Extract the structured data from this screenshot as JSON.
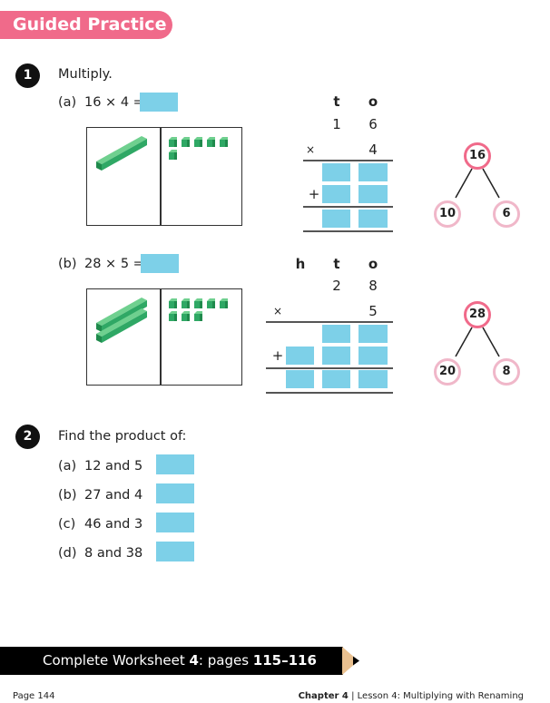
{
  "banner": "Guided Practice",
  "q1": {
    "number": "1",
    "prompt": "Multiply.",
    "a": {
      "label": "(a)",
      "equation": "16 × 4 =",
      "headers": [
        "t",
        "o"
      ],
      "top": [
        "1",
        "6"
      ],
      "times": "×",
      "mult": "4",
      "plus": "+",
      "bond": {
        "whole": "16",
        "parts": [
          "10",
          "6"
        ]
      },
      "tens_rods": 1,
      "ones_cubes": 6
    },
    "b": {
      "label": "(b)",
      "equation": "28 × 5 =",
      "headers": [
        "h",
        "t",
        "o"
      ],
      "top": [
        "2",
        "8"
      ],
      "times": "×",
      "mult": "5",
      "plus": "+",
      "bond": {
        "whole": "28",
        "parts": [
          "20",
          "8"
        ]
      },
      "tens_rods": 2,
      "ones_cubes": 8
    }
  },
  "q2": {
    "number": "2",
    "prompt": "Find the product of:",
    "items": [
      {
        "label": "(a)",
        "text": "12 and 5"
      },
      {
        "label": "(b)",
        "text": "27 and 4"
      },
      {
        "label": "(c)",
        "text": "46 and 3"
      },
      {
        "label": "(d)",
        "text": "8 and 38"
      }
    ]
  },
  "footer": {
    "pre": "Complete Worksheet ",
    "num": "4",
    "mid": ": pages ",
    "pages": "115–116"
  },
  "page": "Page 144",
  "chapter": {
    "label": "Chapter 4",
    "sep": "|",
    "lesson": "Lesson 4: Multiplying with Renaming"
  },
  "colors": {
    "accent": "#f06a8a",
    "answer_box": "#7dd0e8",
    "cube": "#2fa865"
  }
}
